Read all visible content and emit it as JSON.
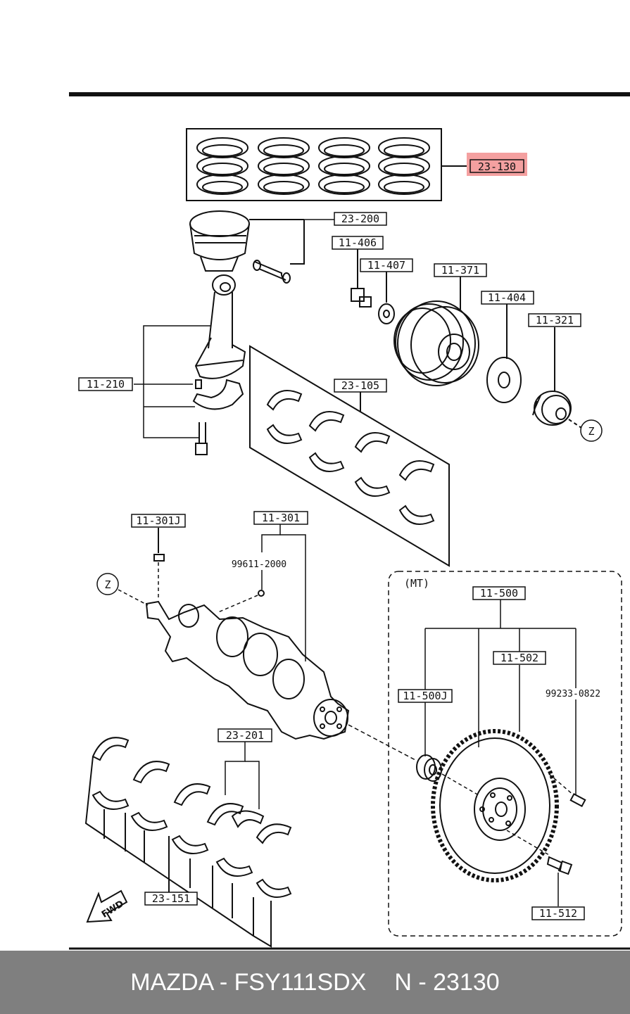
{
  "labels": {
    "l23130": "23-130",
    "l23200": "23-200",
    "l11406": "11-406",
    "l11407": "11-407",
    "l11371": "11-371",
    "l11404": "11-404",
    "l11321": "11-321",
    "l11210": "11-210",
    "l23105": "23-105",
    "l11301j": "11-301J",
    "l11301": "11-301",
    "l996112000": "99611-2000",
    "l11500": "11-500",
    "l11502": "11-502",
    "l11500j": "11-500J",
    "l992330822": "99233-0822",
    "l23201": "23-201",
    "l23151": "23-151",
    "l11512": "11-512",
    "mt": "(MT)",
    "fwd": "FWD",
    "z1": "Z",
    "z2": "Z"
  },
  "footer": {
    "brand_part": "MAZDA - FSY111SDX",
    "ref": "N - 23130"
  },
  "colors": {
    "highlight": "#f4a0a0",
    "footer_bg": "#7f7f7f"
  }
}
